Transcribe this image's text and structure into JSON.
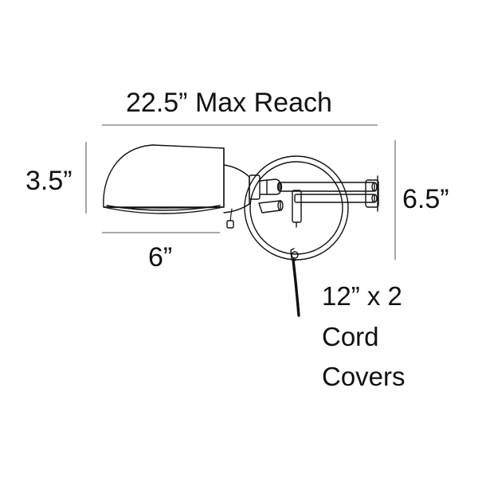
{
  "dimensions": {
    "max_reach": "22.5” Max Reach",
    "shade_height": "3.5”",
    "shade_width": "6”",
    "backplate_height": "6.5”"
  },
  "cord_note": {
    "line1": "12” x 2",
    "line2": "Cord",
    "line3": "Covers"
  },
  "colors": {
    "line": "#111111",
    "dimension_line": "#777777",
    "background": "#ffffff"
  },
  "icons": {
    "lamp": "swing-arm-wall-lamp-outline"
  }
}
